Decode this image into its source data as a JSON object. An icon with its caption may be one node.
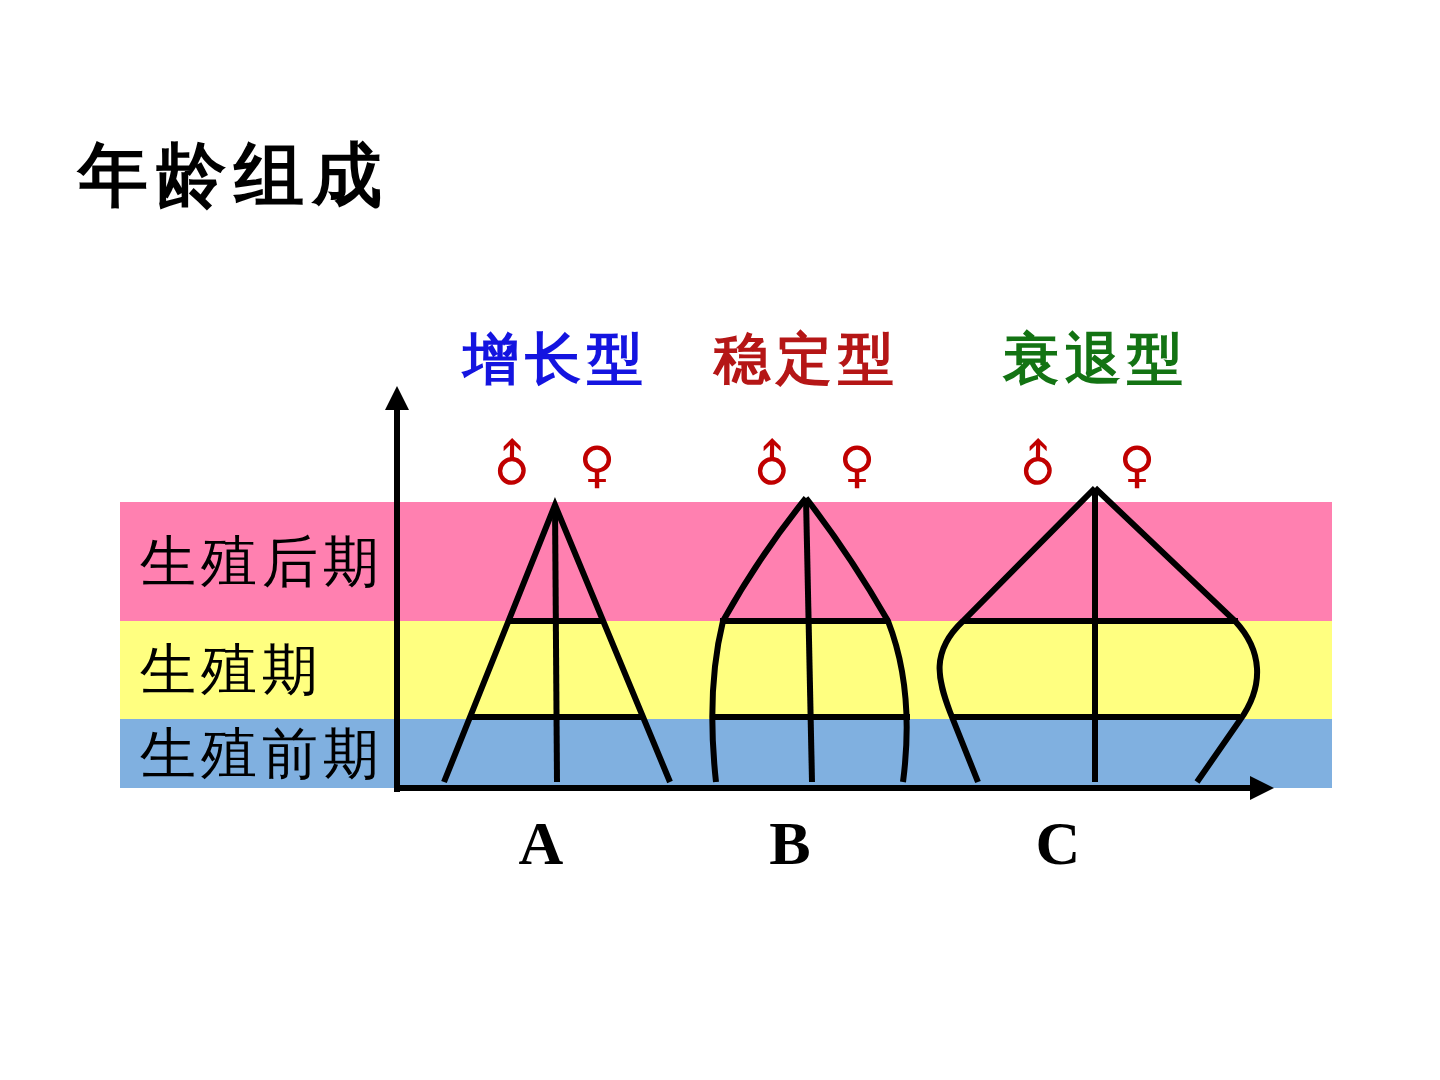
{
  "diagram": {
    "title": "年龄组成",
    "nodes": [
      {
        "text": [
          "生殖后期"
        ]
      },
      {
        "text": [
          "生殖期"
        ]
      },
      {
        "text": [
          "生殖前期"
        ]
      }
    ],
    "labels": [
      "增长型",
      "稳定型",
      "衰退型",
      "♂",
      "♀",
      "♂",
      "♀",
      "♂",
      "♀",
      "A",
      "B",
      "C"
    ]
  }
}
